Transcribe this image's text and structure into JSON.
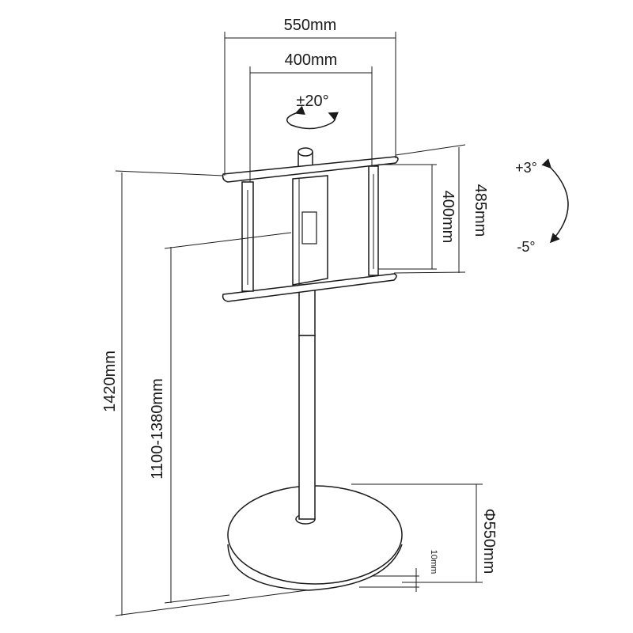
{
  "dimensions": {
    "mount_width_outer": "550mm",
    "mount_width_inner": "400mm",
    "swivel": "±20°",
    "tilt_up": "+3°",
    "tilt_down": "-5°",
    "mount_height_outer": "485mm",
    "mount_height_inner": "400mm",
    "total_height": "1420mm",
    "center_height_range": "1100-1380mm",
    "base_diameter": "Φ550mm",
    "base_clearance": "10mm"
  },
  "colors": {
    "line": "#1a1a1a",
    "pole_fill": "#ffffff",
    "base_fill": "#ffffff",
    "background": "#ffffff"
  },
  "icons": [
    "swivel-arrow-icon",
    "tilt-arrow-icon"
  ]
}
